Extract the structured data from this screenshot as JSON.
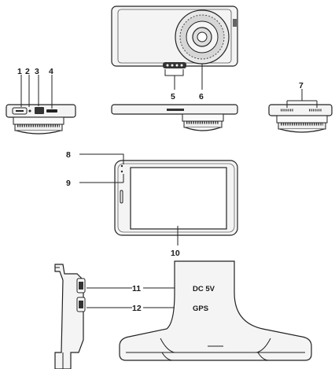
{
  "callouts": {
    "c1": "1",
    "c2": "2",
    "c3": "3",
    "c4": "4",
    "c5": "5",
    "c6": "6",
    "c7": "7",
    "c8": "8",
    "c9": "9",
    "c10": "10",
    "c11": "11",
    "c12": "12"
  },
  "port_labels": {
    "dc": "DC 5V",
    "gps": "GPS"
  }
}
